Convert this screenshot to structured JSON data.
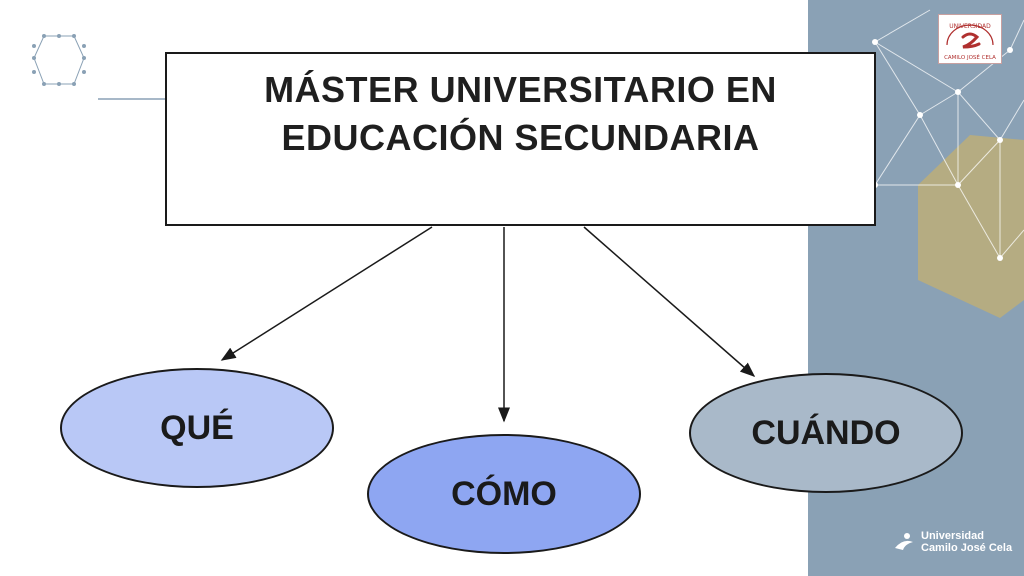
{
  "slide": {
    "title_line1": "MÁSTER UNIVERSITARIO EN",
    "title_line2": "EDUCACIÓN SECUNDARIA"
  },
  "nodes": [
    {
      "id": "que",
      "label": "QUÉ",
      "fill": "#b9c8f6"
    },
    {
      "id": "como",
      "label": "CÓMO",
      "fill": "#8ea6f2"
    },
    {
      "id": "cuando",
      "label": "CUÁNDO",
      "fill": "#a9b9c9"
    }
  ],
  "edges": [
    {
      "from": "title",
      "to": "que"
    },
    {
      "from": "title",
      "to": "como"
    },
    {
      "from": "title",
      "to": "cuando"
    }
  ],
  "branding": {
    "seal_text": "UNIVERSIDAD CAMILO JOSÉ CELA",
    "footer_line1": "Universidad",
    "footer_line2": "Camilo José Cela"
  },
  "colors": {
    "side_panel": "#8aa1b5",
    "gold_hexagon": "#b9ad7c",
    "accent_red": "#b0302f",
    "network_lines": "#ffffff"
  }
}
